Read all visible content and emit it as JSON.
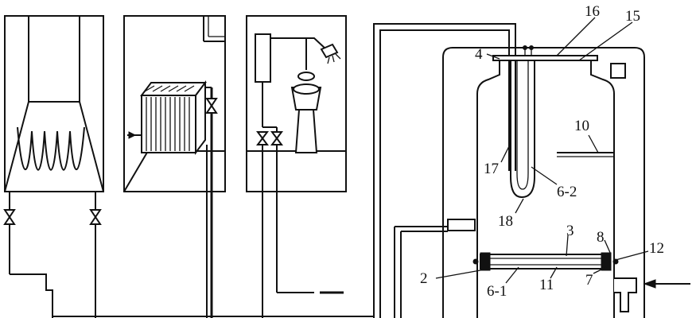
{
  "labels": {
    "l16": "16",
    "l15": "15",
    "l4": "4",
    "l10": "10",
    "l17": "17",
    "l6_2": "6-2",
    "l18": "18",
    "l3": "3",
    "l8": "8",
    "l12": "12",
    "l2": "2",
    "l6_1": "6-1",
    "l11": "11",
    "l7": "7"
  },
  "icons": {
    "valve": "bowtie-valve-icon",
    "shower": "shower-head-icon",
    "arrow": "flow-arrow-icon"
  }
}
